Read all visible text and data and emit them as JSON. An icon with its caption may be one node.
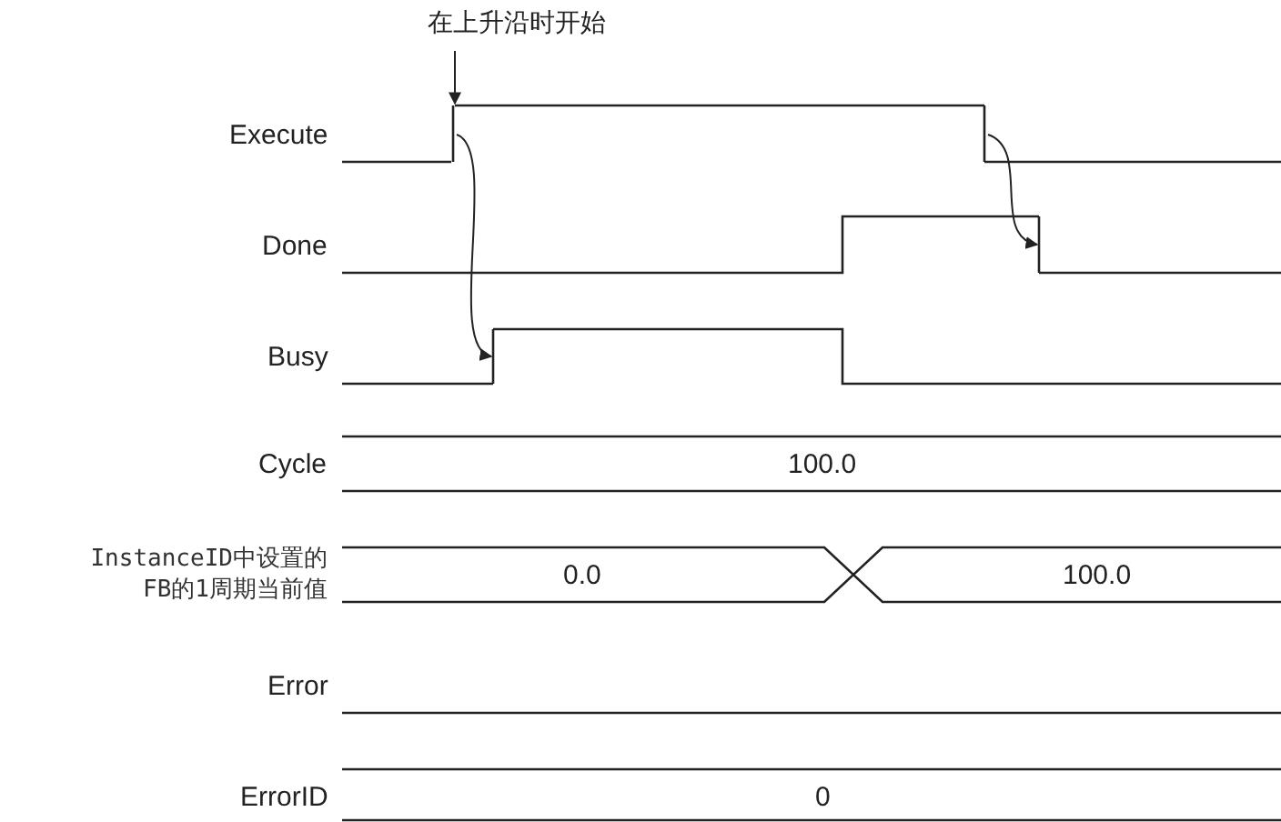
{
  "diagram": {
    "nodes": [
      {
        "text": [
          "在上升沿时开始"
        ]
      },
      {
        "text": [],
        "shape": "line"
      },
      {
        "text": [],
        "shape": "line"
      },
      {
        "text": [],
        "shape": "line"
      },
      {
        "text": [],
        "shape": "line"
      }
    ],
    "edges": [
      {
        "from": 0,
        "to": 1,
        "arrow": "to"
      },
      {
        "from": 1,
        "to": 3,
        "arrow": "to"
      },
      {
        "from": 2,
        "to": 4,
        "arrow": "to"
      }
    ],
    "labels": [
      "Execute",
      "Done",
      "Busy",
      "Cycle",
      "100.0",
      "InstanceID中设置的FB的1周期当前值",
      "0.0",
      "100.0",
      "Error",
      "ErrorID",
      "0"
    ]
  }
}
